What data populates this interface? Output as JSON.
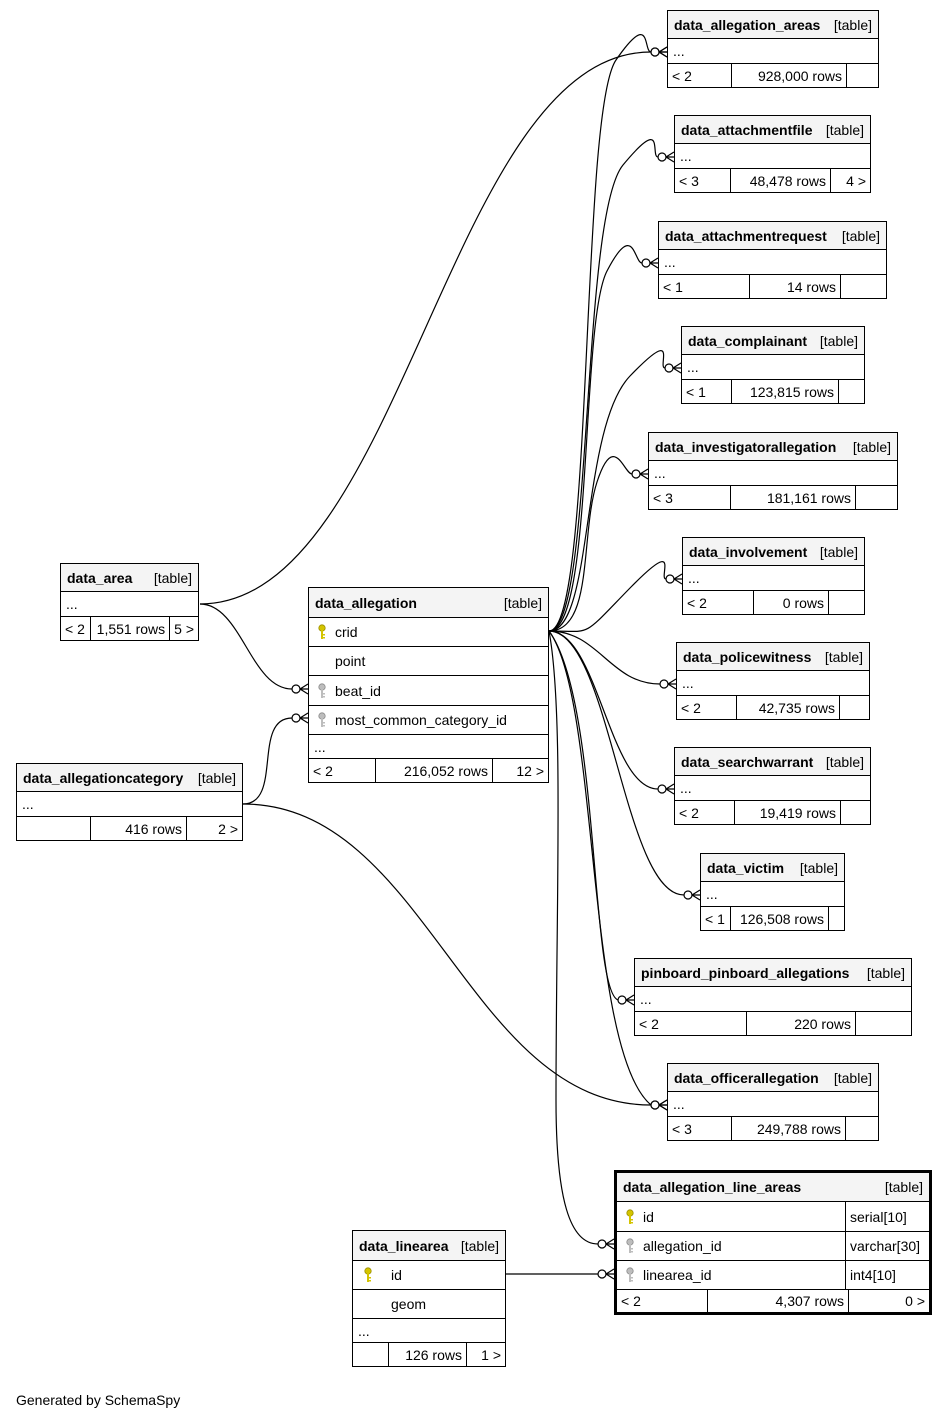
{
  "tables": [
    {
      "id": "areas",
      "name": "data_allegation_areas",
      "type": "[table]",
      "ellipsis": "...",
      "parents": "< 2",
      "rows": "928,000 rows",
      "children": ""
    },
    {
      "id": "attfile",
      "name": "data_attachmentfile",
      "type": "[table]",
      "ellipsis": "...",
      "parents": "< 3",
      "rows": "48,478 rows",
      "children": "4 >"
    },
    {
      "id": "attreq",
      "name": "data_attachmentrequest",
      "type": "[table]",
      "ellipsis": "...",
      "parents": "< 1",
      "rows": "14 rows",
      "children": ""
    },
    {
      "id": "compl",
      "name": "data_complainant",
      "type": "[table]",
      "ellipsis": "...",
      "parents": "< 1",
      "rows": "123,815 rows",
      "children": ""
    },
    {
      "id": "invest",
      "name": "data_investigatorallegation",
      "type": "[table]",
      "ellipsis": "...",
      "parents": "< 3",
      "rows": "181,161 rows",
      "children": ""
    },
    {
      "id": "invol",
      "name": "data_involvement",
      "type": "[table]",
      "ellipsis": "...",
      "parents": "< 2",
      "rows": "0 rows",
      "children": ""
    },
    {
      "id": "police",
      "name": "data_policewitness",
      "type": "[table]",
      "ellipsis": "...",
      "parents": "< 2",
      "rows": "42,735 rows",
      "children": ""
    },
    {
      "id": "search",
      "name": "data_searchwarrant",
      "type": "[table]",
      "ellipsis": "...",
      "parents": "< 2",
      "rows": "19,419 rows",
      "children": ""
    },
    {
      "id": "victim",
      "name": "data_victim",
      "type": "[table]",
      "ellipsis": "...",
      "parents": "< 1",
      "rows": "126,508 rows",
      "children": ""
    },
    {
      "id": "pinboard",
      "name": "pinboard_pinboard_allegations",
      "type": "[table]",
      "ellipsis": "...",
      "parents": "< 2",
      "rows": "220 rows",
      "children": ""
    },
    {
      "id": "officer",
      "name": "data_officerallegation",
      "type": "[table]",
      "ellipsis": "...",
      "parents": "< 3",
      "rows": "249,788 rows",
      "children": ""
    },
    {
      "id": "area",
      "name": "data_area",
      "type": "[table]",
      "ellipsis": "...",
      "parents": "< 2",
      "rows": "1,551 rows",
      "children": "5 >"
    },
    {
      "id": "category",
      "name": "data_allegationcategory",
      "type": "[table]",
      "ellipsis": "...",
      "parents": "",
      "rows": "416 rows",
      "children": "2 >"
    },
    {
      "id": "allegation",
      "name": "data_allegation",
      "type": "[table]",
      "columns": [
        {
          "name": "crid",
          "key": "primary"
        },
        {
          "name": "point",
          "key": "none"
        },
        {
          "name": "beat_id",
          "key": "foreign"
        },
        {
          "name": "most_common_category_id",
          "key": "foreign"
        }
      ],
      "ellipsis": "...",
      "parents": "< 2",
      "rows": "216,052 rows",
      "children": "12 >"
    },
    {
      "id": "linearea",
      "name": "data_linearea",
      "type": "[table]",
      "columns": [
        {
          "name": "id",
          "key": "primary"
        },
        {
          "name": "geom",
          "key": "none"
        }
      ],
      "ellipsis": "...",
      "parents": "",
      "rows": "126 rows",
      "children": "1 >"
    },
    {
      "id": "lineareas",
      "name": "data_allegation_line_areas",
      "type": "[table]",
      "columns": [
        {
          "name": "id",
          "key": "primary",
          "type": "serial[10]"
        },
        {
          "name": "allegation_id",
          "key": "foreign",
          "type": "varchar[30]"
        },
        {
          "name": "linearea_id",
          "key": "foreign",
          "type": "int4[10]"
        }
      ],
      "parents": "< 2",
      "rows": "4,307 rows",
      "children": "0 >"
    }
  ],
  "relationships": [
    {
      "from": "area",
      "to": "areas"
    },
    {
      "from": "area",
      "to": "allegation.beat_id"
    },
    {
      "from": "category",
      "to": "allegation.most_common_category_id"
    },
    {
      "from": "category",
      "to": "officer"
    },
    {
      "from": "allegation",
      "to": "areas"
    },
    {
      "from": "allegation",
      "to": "attfile"
    },
    {
      "from": "allegation",
      "to": "attreq"
    },
    {
      "from": "allegation",
      "to": "compl"
    },
    {
      "from": "allegation",
      "to": "invest"
    },
    {
      "from": "allegation",
      "to": "invol"
    },
    {
      "from": "allegation",
      "to": "police"
    },
    {
      "from": "allegation",
      "to": "search"
    },
    {
      "from": "allegation",
      "to": "victim"
    },
    {
      "from": "allegation",
      "to": "pinboard"
    },
    {
      "from": "allegation",
      "to": "officer"
    },
    {
      "from": "allegation",
      "to": "lineareas.allegation_id"
    },
    {
      "from": "linearea",
      "to": "lineareas.linearea_id"
    }
  ],
  "footer": "Generated by SchemaSpy",
  "colors": {
    "primary_key": "#d4c400",
    "foreign_key": "#a8a8a8",
    "header_bg": "#f4f4f4"
  }
}
